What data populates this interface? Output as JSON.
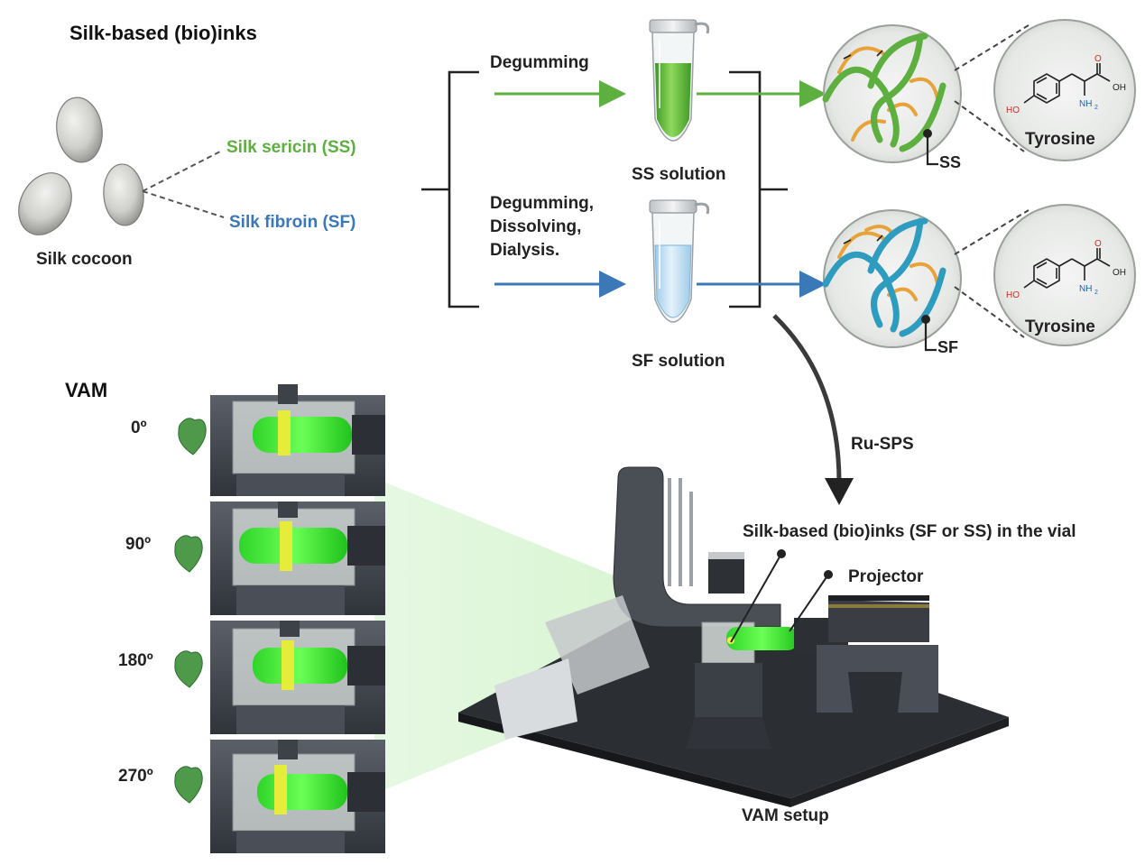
{
  "title": "Silk-based (bio)inks",
  "cocoon": {
    "label": "Silk cocoon",
    "sericin_label": "Silk sericin (SS)",
    "fibroin_label": "Silk fibroin (SF)"
  },
  "process": {
    "ss_step": "Degumming",
    "sf_steps": [
      "Degumming,",
      "Dissolving,",
      "Dialysis."
    ],
    "ss_solution": "SS solution",
    "sf_solution": "SF solution"
  },
  "molecules": {
    "ss_tag": "SS",
    "sf_tag": "SF",
    "tyrosine_label": "Tyrosine",
    "tyrosine_atoms": {
      "oh_left": "HO",
      "oh_right": "OH",
      "o": "O",
      "nh2": "NH",
      "sub2": "2"
    }
  },
  "ru_sps": "Ru-SPS",
  "vam": {
    "title": "VAM",
    "angles": [
      "0º",
      "90º",
      "180º",
      "270º"
    ],
    "vial_label": "Silk-based (bio)inks (SF or SS) in the vial",
    "projector_label": "Projector",
    "setup_label": "VAM setup"
  },
  "colors": {
    "sericin_green": "#5daf3f",
    "fibroin_blue": "#3a78b8",
    "strand_teal": "#2e9cbf",
    "side_orange": "#e7a33a",
    "beam_green": "#39ff2e",
    "oxygen_red": "#d62d20",
    "nitrogen_blue": "#1f64b0"
  }
}
